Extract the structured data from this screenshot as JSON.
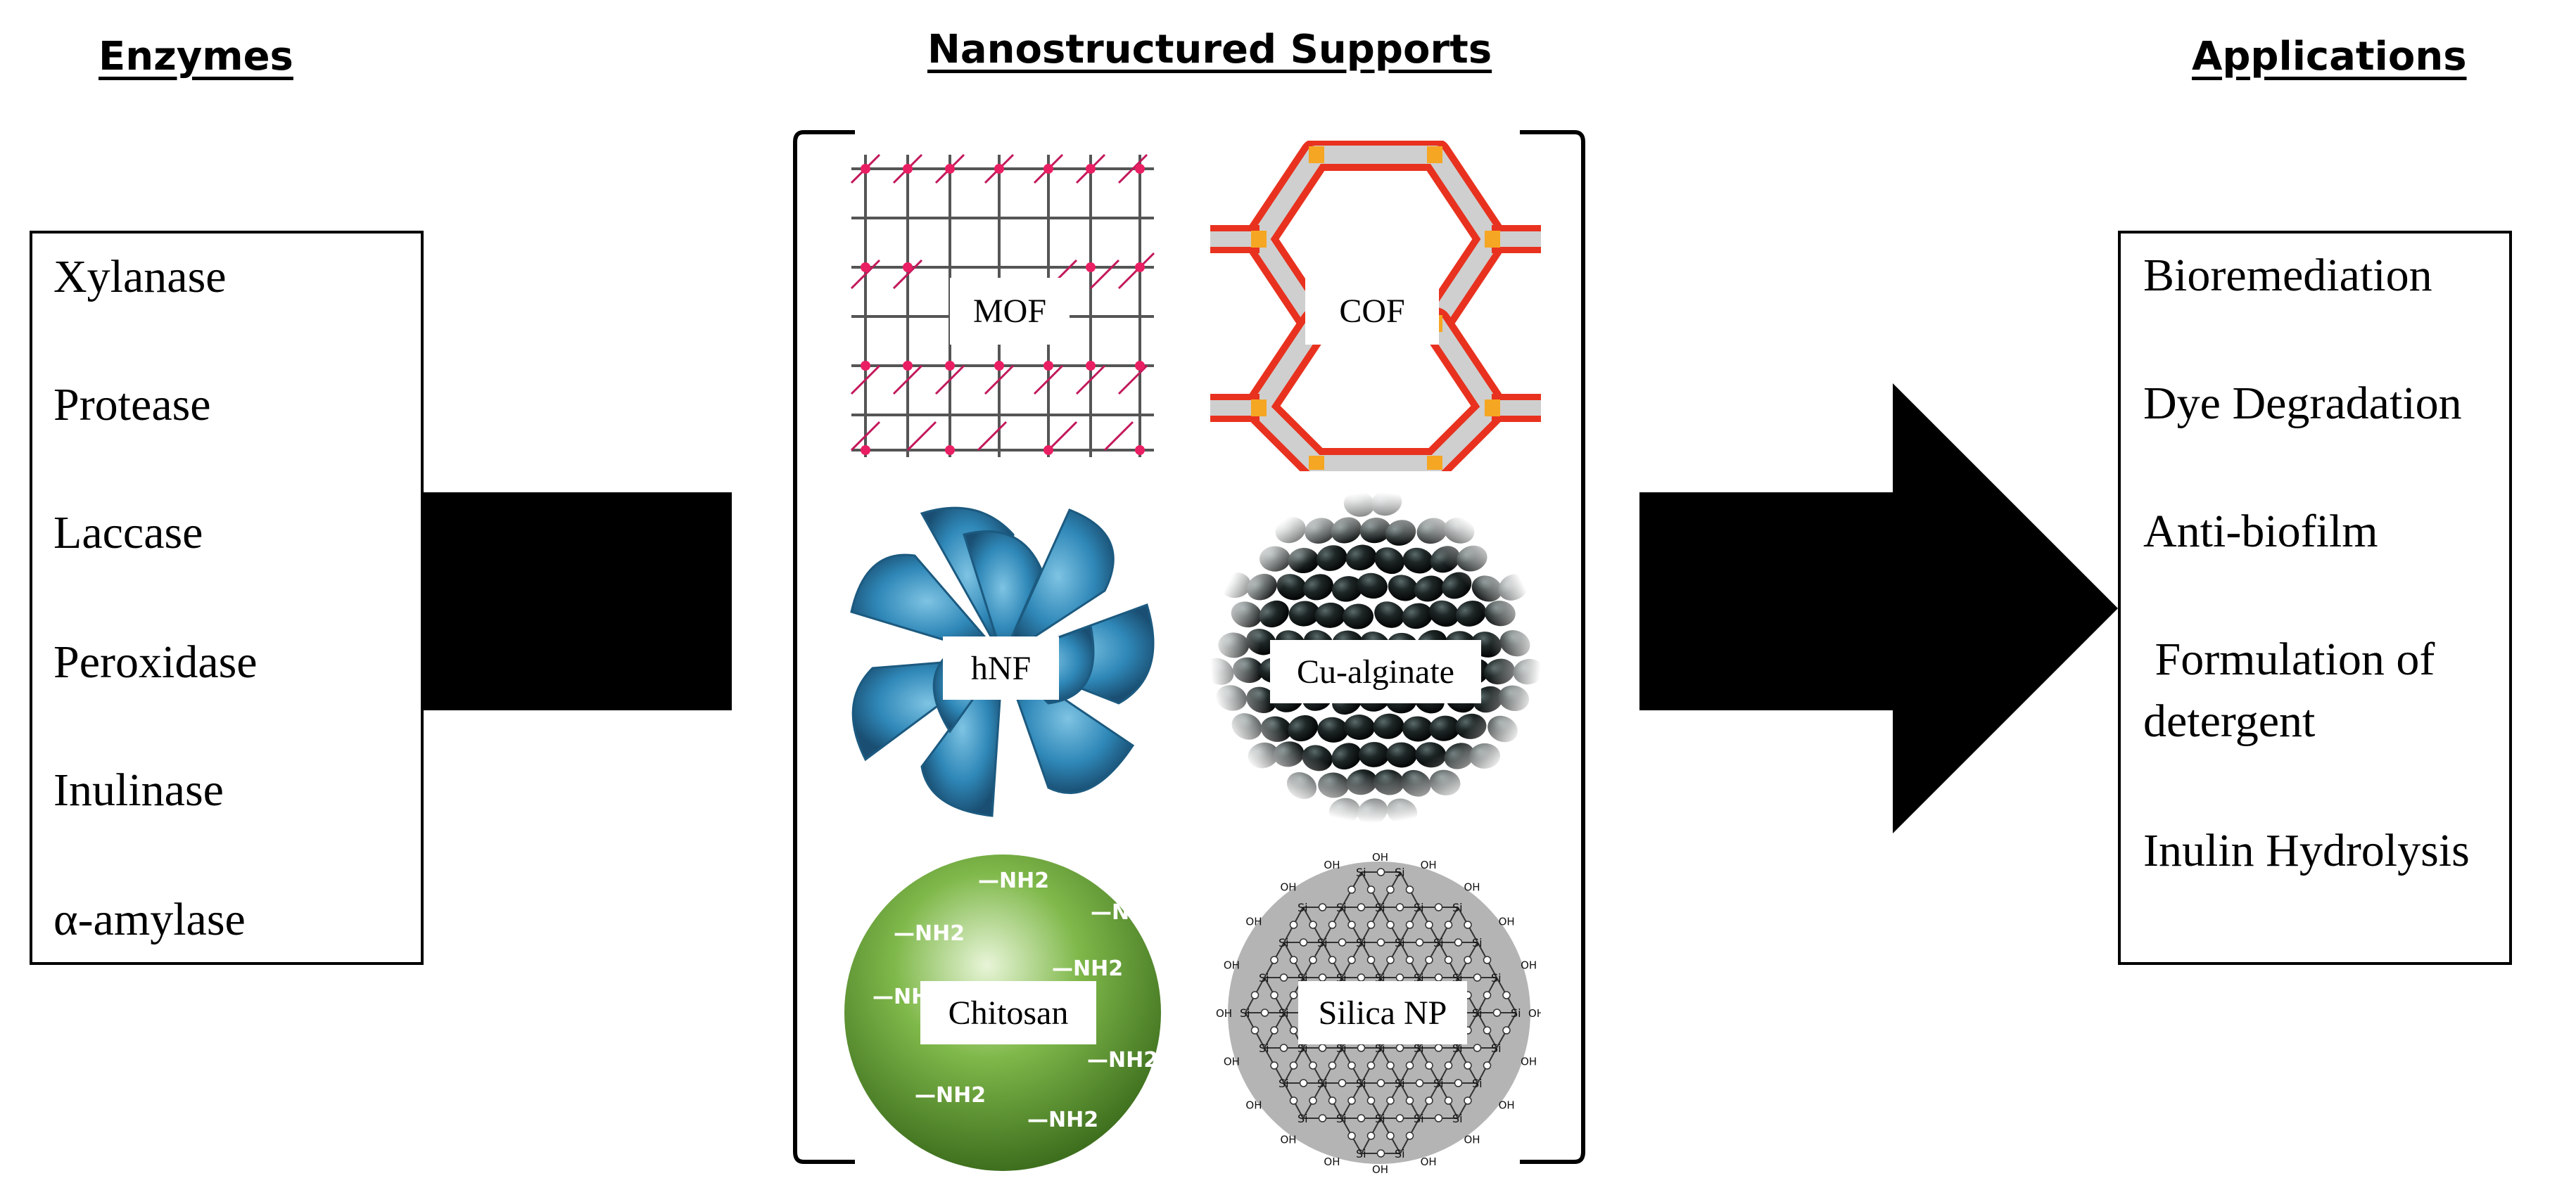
{
  "headings": {
    "enzymes": "Enzymes",
    "supports": "Nanostructured Supports",
    "applications": "Applications"
  },
  "enzymes": [
    "Xylanase",
    "Protease",
    "Laccase",
    "Peroxidase",
    "Inulinase",
    "α-amylase"
  ],
  "applications": [
    "Bioremediation",
    "Dye Degradation",
    "Anti-biofilm",
    " Formulation of",
    "detergent",
    "Inulin Hydrolysis"
  ],
  "supports": {
    "mof": "MOF",
    "cof": "COF",
    "hnf": "hNF",
    "cu_alginate": "Cu-alginate",
    "chitosan": "Chitosan",
    "silica": "Silica NP"
  },
  "chitosan_groups": [
    "—NH2",
    "—NH2",
    "—NH2",
    "—NH2",
    "—NH2",
    "—NH2",
    "—NH2",
    "—NH2"
  ],
  "silica_atoms": {
    "si": "Si",
    "oh": "OH"
  },
  "colors": {
    "arrow": "#000000",
    "cof_red": "#e8321f",
    "cof_orange": "#f5a623",
    "hnf_blue": "#2f88b8",
    "chitosan_green": "#7fb84a",
    "silica_grey": "#b4b4b4"
  }
}
